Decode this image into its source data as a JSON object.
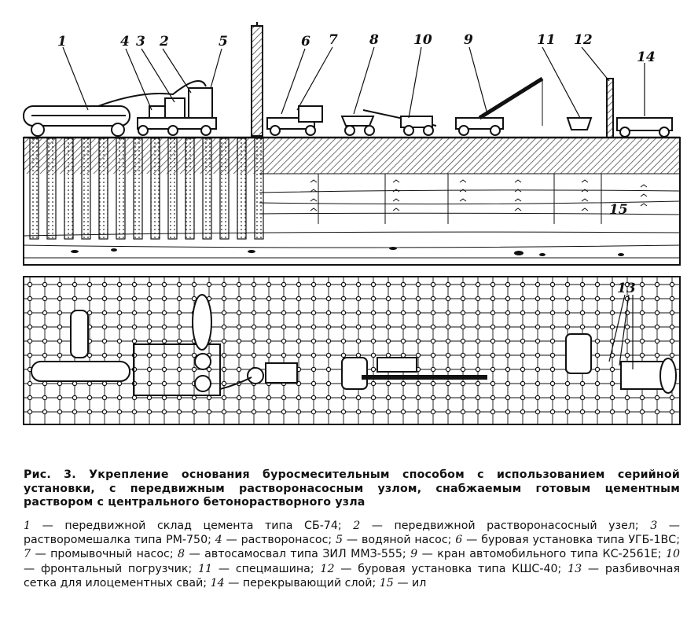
{
  "figure": {
    "callouts": {
      "n1": "1",
      "n2": "2",
      "n3": "3",
      "n4": "4",
      "n5": "5",
      "n6": "6",
      "n7": "7",
      "n8": "8",
      "n9": "9",
      "n10": "10",
      "n11": "11",
      "n12": "12",
      "n13": "13",
      "n14": "14",
      "n15": "15"
    }
  },
  "caption": {
    "prefix": "Рис. 3.",
    "text": "Укрепление основания буросмесительным способом с использованием серийной установки, с передвижным растворонасосным узлом, снабжаемым готовым цементным раствором с центрального бетонорастворного узла"
  },
  "legend": [
    {
      "num": "1",
      "text": "передвижной склад цемента типа СБ-74;"
    },
    {
      "num": "2",
      "text": "передвижной растворонасосный узел;"
    },
    {
      "num": "3",
      "text": "растворомешалка типа РМ-750;"
    },
    {
      "num": "4",
      "text": "растворонасос;"
    },
    {
      "num": "5",
      "text": "водяной насос;"
    },
    {
      "num": "6",
      "text": "буровая установка типа УГБ-1ВС;"
    },
    {
      "num": "7",
      "text": "промывочный насос;"
    },
    {
      "num": "8",
      "text": "автосамосвал типа ЗИЛ ММЗ-555;"
    },
    {
      "num": "9",
      "text": "кран автомобильного типа КС-2561Е;"
    },
    {
      "num": "10",
      "text": "фронтальный погрузчик;"
    },
    {
      "num": "11",
      "text": "спецмашина;"
    },
    {
      "num": "12",
      "text": "буровая установка типа КШС-40;"
    },
    {
      "num": "13",
      "text": "разбивочная сетка для илоцементных свай;"
    },
    {
      "num": "14",
      "text": "перекрывающий слой;"
    },
    {
      "num": "15",
      "text": "ил"
    }
  ],
  "colors": {
    "ink": "#111111",
    "paper": "#ffffff"
  }
}
